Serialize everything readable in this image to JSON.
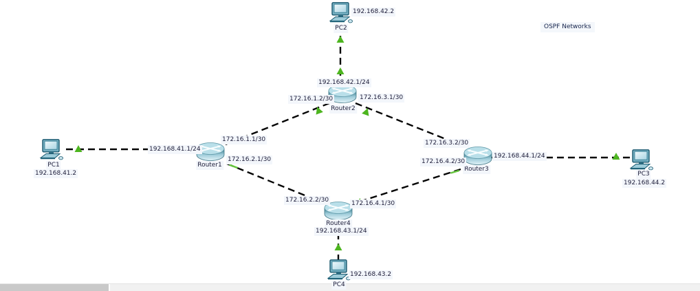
{
  "note": {
    "label": "OSPF Networks"
  },
  "devices": {
    "pc1": {
      "name": "PC1",
      "ip": "192.168.41.2"
    },
    "pc2": {
      "name": "PC2",
      "ip": "192.168.42.2"
    },
    "pc3": {
      "name": "PC3",
      "ip": "192.168.44.2"
    },
    "pc4": {
      "name": "PC4",
      "ip": "192.168.43.2"
    },
    "router1": {
      "name": "Router1"
    },
    "router2": {
      "name": "Router2"
    },
    "router3": {
      "name": "Router3"
    },
    "router4": {
      "name": "Router4"
    }
  },
  "interface_labels": {
    "router1_to_router2": "172.16.1.1/30",
    "router1_lan": "192.168.41.1/24",
    "router1_to_router4": "172.16.2.1/30",
    "router2_lan": "192.168.42.1/24",
    "router2_to_router1": "172.16.1.2/30",
    "router2_to_router3": "172.16.3.1/30",
    "router3_to_router2": "172.16.3.2/30",
    "router3_to_router4": "172.16.4.2/30",
    "router3_lan": "192.168.44.1/24",
    "router4_to_router1": "172.16.2.2/30",
    "router4_to_router3": "172.16.4.1/30",
    "router4_lan": "192.168.43.1/24"
  },
  "colors": {
    "canvas_bg": "#ffffff",
    "link": "#050505",
    "link_status_green": "#4db51f",
    "label_bg": "#f3f6fb",
    "label_text": "#1c1c38"
  }
}
